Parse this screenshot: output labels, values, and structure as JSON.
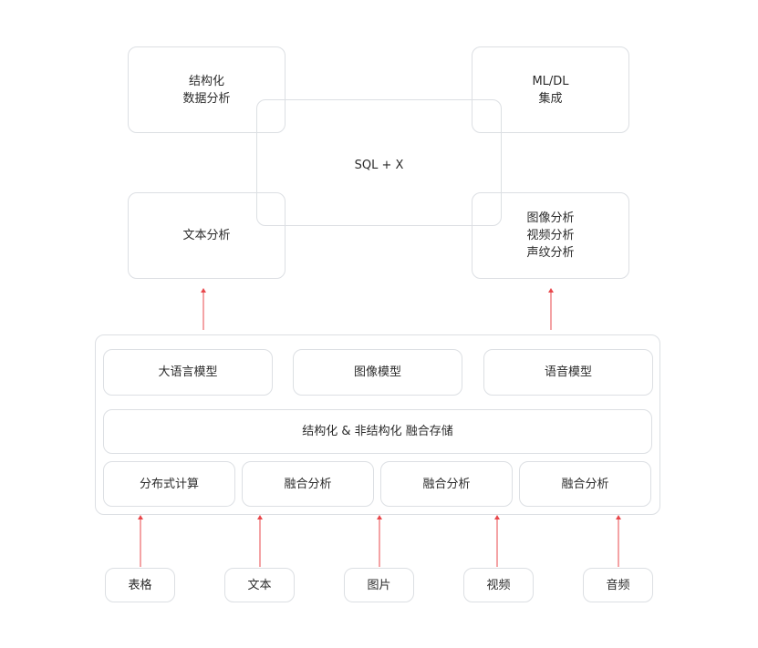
{
  "colors": {
    "border": "#dcdfe3",
    "arrow": "#e8474b",
    "text": "#2b2b2b",
    "background": "#ffffff"
  },
  "top": {
    "structured": "结构化\n数据分析",
    "mldl": "ML/DL\n集成",
    "text_analysis": "文本分析",
    "media_analysis": "图像分析\n视频分析\n声纹分析",
    "sql": "SQL + X"
  },
  "engine": {
    "models": [
      "大语言模型",
      "图像模型",
      "语音模型"
    ],
    "storage": "结构化 & 非结构化 融合存储",
    "compute": [
      "分布式计算",
      "融合分析",
      "融合分析",
      "融合分析"
    ]
  },
  "inputs": [
    "表格",
    "文本",
    "图片",
    "视频",
    "音频"
  ]
}
